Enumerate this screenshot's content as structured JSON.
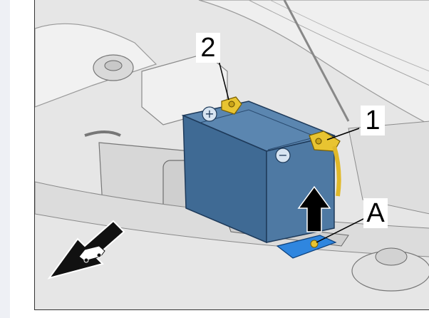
{
  "labels": {
    "battery_positive_terminal": "2",
    "battery_negative_terminal": "1",
    "hold_down_clamp": "A"
  },
  "symbols": {
    "positive": "+",
    "negative": "−"
  },
  "icons": {
    "front_of_vehicle": "car-direction-arrow-icon",
    "lift_direction": "up-arrow-icon"
  },
  "colors": {
    "battery": "#4e79a3",
    "terminal": "#e8c431",
    "clamp": "#2f86df",
    "background": "#e9e9e9"
  }
}
